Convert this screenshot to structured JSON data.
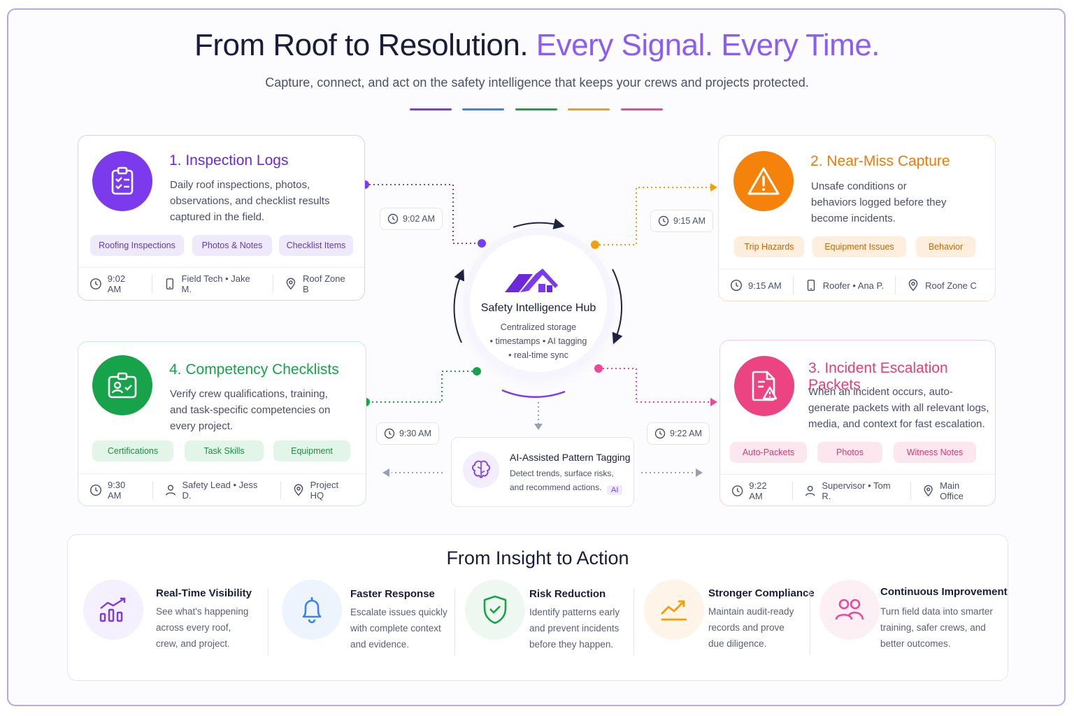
{
  "header": {
    "title_part1": "From Roof to Resolution.",
    "title_part2": "Every Signal. Every Time.",
    "subtitle": "Capture, connect, and act on the safety intelligence that keeps your crews and projects protected."
  },
  "colors": {
    "purple": "#7c3aed",
    "blue": "#3b82f6",
    "green": "#16a34a",
    "orange": "#f59e0b",
    "pink": "#ec4899"
  },
  "cards": {
    "inspection": {
      "title": "1. Inspection Logs",
      "description": "Daily roof inspections, photos, observations, and checklist results captured in the field.",
      "tags": [
        "Roofing Inspections",
        "Photos & Notes",
        "Checklist Items"
      ],
      "time": "9:02 AM",
      "person": "Field Tech • Jake M.",
      "location": "Roof Zone B",
      "icon": "clipboard-list-icon"
    },
    "near_miss": {
      "title": "2. Near-Miss Capture",
      "description": "Unsafe conditions or behaviors logged before they become incidents.",
      "tags": [
        "Trip Hazards",
        "Equipment Issues",
        "Behavior"
      ],
      "time": "9:15 AM",
      "person": "Roofer • Ana P.",
      "location": "Roof Zone C",
      "icon": "warning-triangle-icon"
    },
    "incident": {
      "title": "3. Incident Escalation Packets",
      "description": "When an incident occurs, auto-generate packets with all relevant logs, media, and context for fast escalation.",
      "tags": [
        "Auto-Packets",
        "Photos",
        "Witness Notes"
      ],
      "time": "9:22 AM",
      "person": "Supervisor • Tom R.",
      "location": "Main Office",
      "icon": "document-warning-icon"
    },
    "competency": {
      "title": "4. Competency Checklists",
      "description": "Verify crew qualifications, training, and task-specific competencies on every project.",
      "tags": [
        "Certifications",
        "Task Skills",
        "Equipment"
      ],
      "time": "9:30 AM",
      "person": "Safety Lead • Jess D.",
      "location": "Project HQ",
      "icon": "id-badge-icon"
    }
  },
  "connector_times": {
    "inspection": "9:02 AM",
    "near_miss": "9:15 AM",
    "incident": "9:22 AM",
    "competency": "9:30 AM"
  },
  "hub": {
    "title": "Safety Intelligence Hub",
    "line1": "Centralized storage",
    "line2": "• timestamps • AI tagging",
    "line3": "• real-time sync"
  },
  "ai_box": {
    "title": "AI-Assisted Pattern Tagging",
    "desc_line1": "Detect trends, surface risks,",
    "desc_line2": "and recommend actions.",
    "badge": "AI"
  },
  "bottom": {
    "title": "From Insight to Action",
    "benefits": [
      {
        "title": "Real-Time Visibility",
        "l1": "See what's happening",
        "l2": "across every roof,",
        "l3": "crew, and project.",
        "icon": "bar-chart-icon"
      },
      {
        "title": "Faster Response",
        "l1": "Escalate issues quickly",
        "l2": "with complete context",
        "l3": "and evidence.",
        "icon": "bell-icon"
      },
      {
        "title": "Risk Reduction",
        "l1": "Identify patterns early",
        "l2": "and prevent incidents",
        "l3": "before they happen.",
        "icon": "shield-check-icon"
      },
      {
        "title": "Stronger Compliance",
        "l1": "Maintain audit-ready",
        "l2": "records and prove",
        "l3": "due diligence.",
        "icon": "trend-up-icon"
      },
      {
        "title": "Continuous Improvement",
        "l1": "Turn field data into smarter",
        "l2": "training, safer crews, and",
        "l3": "better outcomes.",
        "icon": "people-icon"
      }
    ]
  }
}
